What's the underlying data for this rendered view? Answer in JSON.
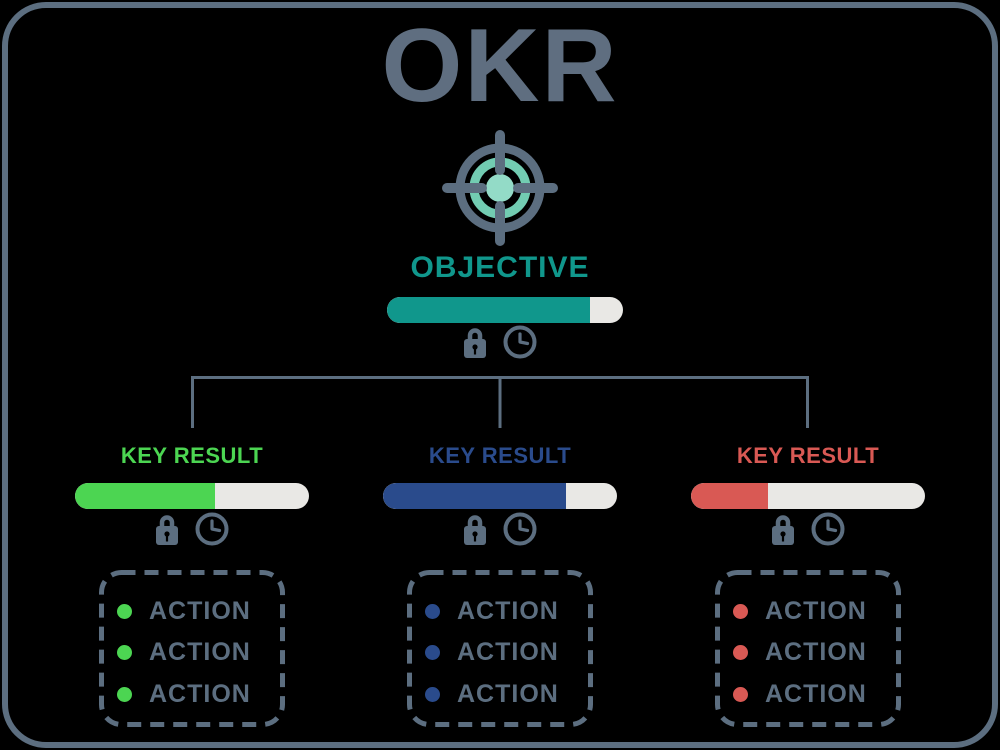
{
  "title": "OKR",
  "objective": {
    "label": "OBJECTIVE",
    "color": "#10978c",
    "progress": 0.86
  },
  "key_results": [
    {
      "label": "KEY RESULT",
      "color": "#4cd552",
      "progress": 0.6,
      "actions": [
        "ACTION",
        "ACTION",
        "ACTION"
      ]
    },
    {
      "label": "KEY RESULT",
      "color": "#2a4b8c",
      "progress": 0.78,
      "actions": [
        "ACTION",
        "ACTION",
        "ACTION"
      ]
    },
    {
      "label": "KEY RESULT",
      "color": "#d95954",
      "progress": 0.33,
      "actions": [
        "ACTION",
        "ACTION",
        "ACTION"
      ]
    }
  ],
  "colors": {
    "background": "#000000",
    "frame": "#5c6e80",
    "title": "#5f6e80",
    "action_text": "#5c6e80",
    "bar_track": "#e9e8e5",
    "target_outer_ring": "#5c6e80",
    "target_inner_ring": "#72ccb2",
    "target_center": "#93dbc7"
  },
  "icons": {
    "target": "target-icon",
    "lock": "lock-icon",
    "clock": "clock-icon"
  }
}
